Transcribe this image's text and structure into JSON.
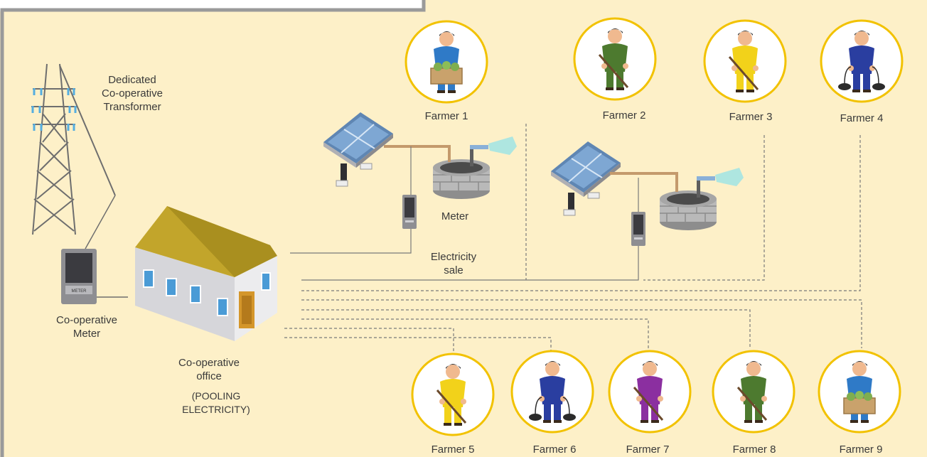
{
  "labels": {
    "transformer_l1": "Dedicated",
    "transformer_l2": "Co-operative",
    "transformer_l3": "Transformer",
    "coop_meter_l1": "Co-operative",
    "coop_meter_l2": "Meter",
    "office_l1": "Co-operative",
    "office_l2": "office",
    "pooling_l1": "(POOLING",
    "pooling_l2": "ELECTRICITY)",
    "meter": "Meter",
    "sale_l1": "Electricity",
    "sale_l2": "sale",
    "meter_face": "METER"
  },
  "farmers": [
    {
      "name": "Farmer 1"
    },
    {
      "name": "Farmer 2"
    },
    {
      "name": "Farmer 3"
    },
    {
      "name": "Farmer 4"
    },
    {
      "name": "Farmer 5"
    },
    {
      "name": "Farmer 6"
    },
    {
      "name": "Farmer 7"
    },
    {
      "name": "Farmer 8"
    },
    {
      "name": "Farmer 9"
    }
  ],
  "colors": {
    "background": "#fdf0c8",
    "frame": "#9a9a9a",
    "circle_fill": "#ffffff",
    "circle_ring": "#f2c200",
    "line": "#7a7a7a",
    "pipe": "#c49a6c",
    "roof": "#c2a52b",
    "wall": "#e4e4e6",
    "door": "#d4962a",
    "window": "#4a9bd6"
  },
  "icons": [
    "transmission-tower-icon",
    "meter-icon",
    "office-building-icon",
    "solar-panel-icon",
    "well-icon",
    "farmer-icon"
  ]
}
